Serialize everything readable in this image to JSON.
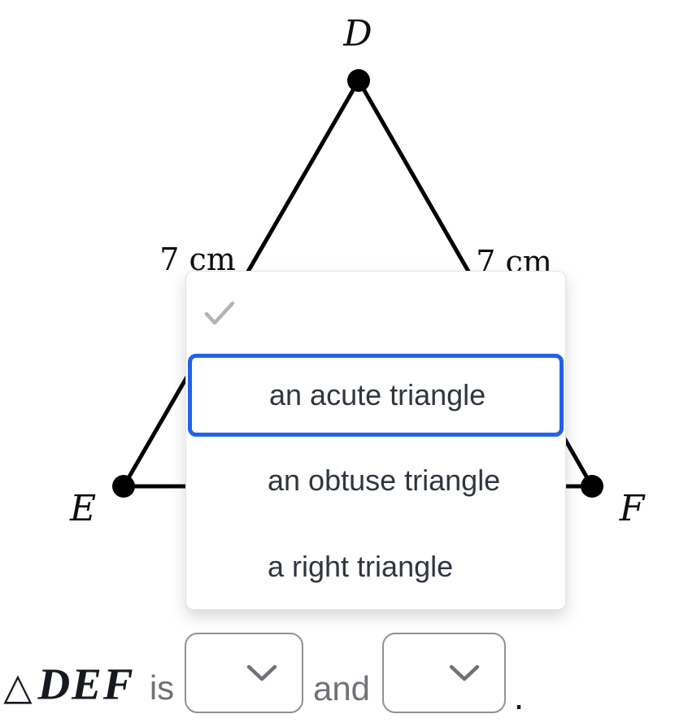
{
  "diagram": {
    "vertex_labels": {
      "top": "D",
      "bottom_left": "E",
      "bottom_right": "F"
    },
    "side_labels": {
      "left": "7 cm",
      "right": "7 cm"
    },
    "line_color": "#000000"
  },
  "dropdown_menu": {
    "options": [
      {
        "label": "",
        "state": "checked-blank"
      },
      {
        "label": "an acute triangle",
        "state": "highlighted"
      },
      {
        "label": "an obtuse triangle",
        "state": "normal"
      },
      {
        "label": "a right triangle",
        "state": "normal"
      }
    ],
    "highlight_border_color": "#2262e9",
    "check_icon": "check-icon",
    "check_color": "#b4b4b8",
    "text_color": "#2f3640"
  },
  "sentence": {
    "triangle_symbol": "△",
    "triangle_name": "DEF",
    "is_label": "is",
    "and_label": "and",
    "period": ".",
    "select_1_value": "",
    "select_2_value": ""
  }
}
